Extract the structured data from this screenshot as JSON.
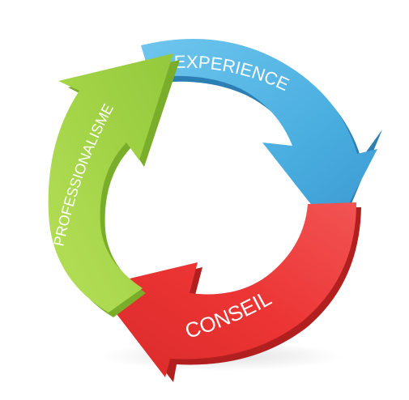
{
  "diagram": {
    "arrows": [
      {
        "label": "EXPERIENCE",
        "color": "#4fb3e3",
        "shade": "#2f8fc4"
      },
      {
        "label": "CONSEIL",
        "color": "#ef3b3b",
        "shade": "#c42626"
      },
      {
        "label": "PROFESSIONALISME",
        "color": "#a6d94a",
        "shade": "#82b52f"
      }
    ]
  }
}
